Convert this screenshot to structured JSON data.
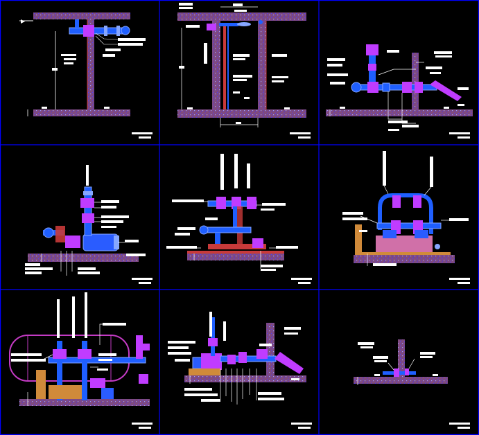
{
  "colors": {
    "background": "#000000",
    "frame": "#0000ff",
    "concrete": "#7f4a80",
    "concrete_speckle": "#4b3cff",
    "wall_red": "#c83a3a",
    "dim_line": "#ffffff",
    "pipe_blue": "#1f5fff",
    "pipe_light": "#86a6ff",
    "valve_magenta": "#c03cff",
    "tank_magenta": "#c43bc4",
    "pump_blue": "#2a5cff",
    "label_box": "#ffffff",
    "leader_line": "#ffffff",
    "base_orange": "#d08a3a",
    "pad_pink": "#d070a8"
  },
  "panels": [
    {
      "id": "panel-1",
      "subject": "pipe-through-wall-section"
    },
    {
      "id": "panel-2",
      "subject": "tank-section-with-float-valve"
    },
    {
      "id": "panel-3",
      "subject": "valve-assembly-on-slab"
    },
    {
      "id": "panel-4",
      "subject": "pump-with-vertical-riser"
    },
    {
      "id": "panel-5",
      "subject": "manifold-with-valves"
    },
    {
      "id": "panel-6",
      "subject": "twin-pump-header"
    },
    {
      "id": "panel-7",
      "subject": "hydropneumatic-tank-assembly"
    },
    {
      "id": "panel-8",
      "subject": "pump-discharge-through-wall"
    },
    {
      "id": "panel-9",
      "subject": "small-wall-penetration-detail"
    }
  ]
}
